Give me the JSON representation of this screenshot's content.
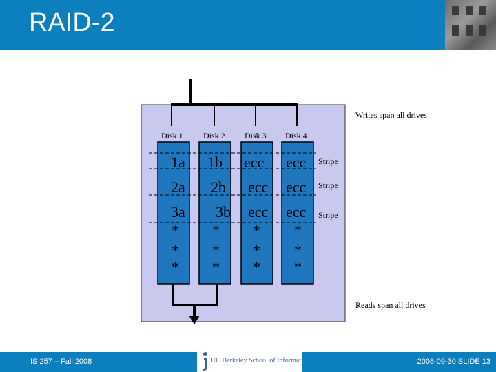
{
  "slide": {
    "title": "RAID-2",
    "footer_left": "IS 257 – Fall 2008",
    "footer_right": "2008-09-30 SLIDE 13",
    "logo_text": "UC Berkeley School of Information"
  },
  "diagram": {
    "writes_label": "Writes span all drives",
    "reads_label": "Reads span all drives",
    "disks": [
      "Disk 1",
      "Disk 2",
      "Disk 3",
      "Disk 4"
    ],
    "stripe_label": "Stripe",
    "rows": [
      [
        "1a",
        "1b",
        "ecc",
        "ecc"
      ],
      [
        "2a",
        "2b",
        "ecc",
        "ecc"
      ],
      [
        "3a",
        "3b",
        "ecc",
        "ecc"
      ]
    ],
    "continuation_marks": [
      "*",
      "*",
      "*"
    ]
  },
  "colors": {
    "header_blue": "#0c7fbf",
    "panel": "#c9c9f0",
    "disk": "#1f77c0"
  }
}
